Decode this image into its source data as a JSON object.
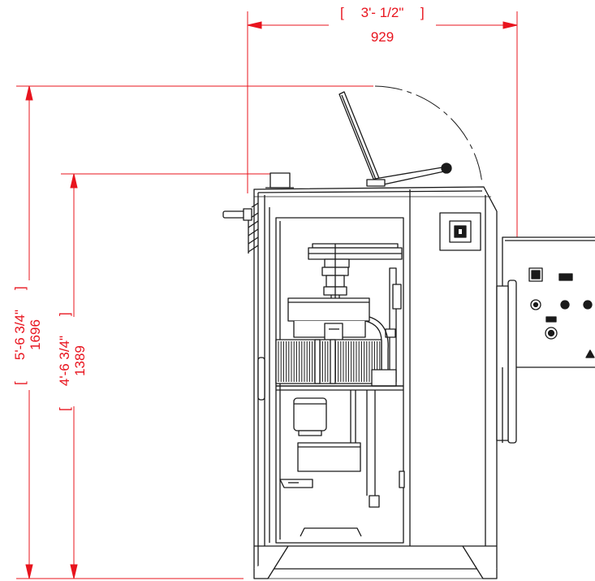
{
  "dimensions": {
    "width": {
      "imperial": "3'- 1/2\"",
      "metric": "929"
    },
    "overall_height": {
      "imperial": "5'-6 3/4\"",
      "metric": "1696"
    },
    "body_height": {
      "imperial": "4'-6 3/4\"",
      "metric": "1389"
    }
  },
  "colors": {
    "dimension": "#e8141e",
    "linework": "#1a1a1a",
    "background": "#ffffff"
  },
  "icons": [
    "selector-switch-icon",
    "warning-triangle-icon",
    "pilot-lamp-icon",
    "push-button-icon"
  ]
}
